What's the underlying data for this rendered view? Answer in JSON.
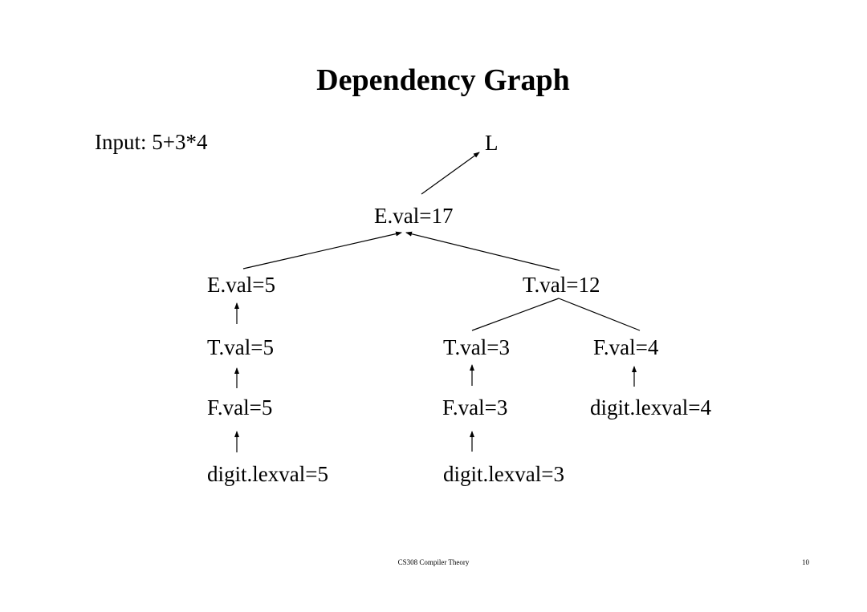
{
  "slide": {
    "title": "Dependency Graph",
    "input_label": "Input:  5+3*4",
    "footer": "CS308 Compiler Theory",
    "page_number": "10"
  },
  "graph": {
    "nodes": {
      "L": "L",
      "e17": "E.val=17",
      "e5": "E.val=5",
      "t12": "T.val=12",
      "t5": "T.val=5",
      "t3": "T.val=3",
      "f4": "F.val=4",
      "f5": "F.val=5",
      "f3": "F.val=3",
      "d4": "digit.lexval=4",
      "d5": "digit.lexval=5",
      "d3": "digit.lexval=3"
    }
  }
}
